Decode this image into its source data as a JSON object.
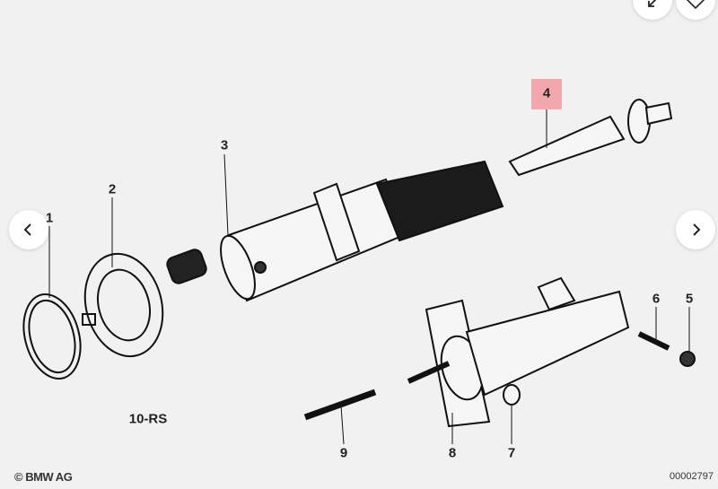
{
  "diagram": {
    "callouts": [
      "1",
      "2",
      "3",
      "4",
      "5",
      "6",
      "7",
      "8",
      "9"
    ],
    "highlighted_callout": "4",
    "highlight_color": "#f29aa0",
    "kit_label": "10-RS",
    "copyright": "© BMW AG",
    "drawing_number": "00002797"
  },
  "viewer": {
    "prev_icon": "chevron-left-icon",
    "next_icon": "chevron-right-icon",
    "collapse_icon": "arrow-down-left-icon",
    "favorite_icon": "heart-icon"
  }
}
